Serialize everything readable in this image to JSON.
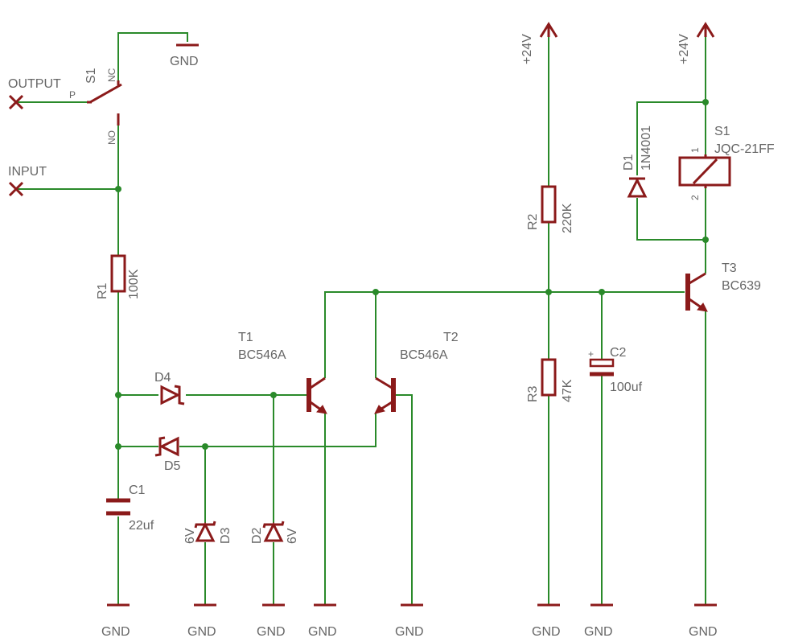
{
  "net": {
    "gnd": "GND",
    "v24": "+24V",
    "output": "OUTPUT",
    "input": "INPUT"
  },
  "switch": {
    "name": "S1",
    "nc": "NC",
    "no": "NO",
    "p": "P"
  },
  "relay": {
    "name": "S1",
    "value": "JQC-21FF",
    "pin1": "1",
    "pin2": "2"
  },
  "resistors": {
    "r1": {
      "name": "R1",
      "value": "100K"
    },
    "r2": {
      "name": "R2",
      "value": "220K"
    },
    "r3": {
      "name": "R3",
      "value": "47K"
    }
  },
  "capacitors": {
    "c1": {
      "name": "C1",
      "value": "22uf"
    },
    "c2": {
      "name": "C2",
      "value": "100uf",
      "polarity": "+"
    }
  },
  "diodes": {
    "d1": {
      "name": "D1",
      "value": "1N4001"
    },
    "d2": {
      "name": "D2",
      "value": "6V"
    },
    "d3": {
      "name": "D3",
      "value": "6V"
    },
    "d4": {
      "name": "D4"
    },
    "d5": {
      "name": "D5"
    }
  },
  "transistors": {
    "t1": {
      "name": "T1",
      "value": "BC546A"
    },
    "t2": {
      "name": "T2",
      "value": "BC546A"
    },
    "t3": {
      "name": "T3",
      "value": "BC639"
    }
  },
  "colors": {
    "wire": "#2a8a2a",
    "part": "#8b1a1a",
    "label": "#666666"
  }
}
